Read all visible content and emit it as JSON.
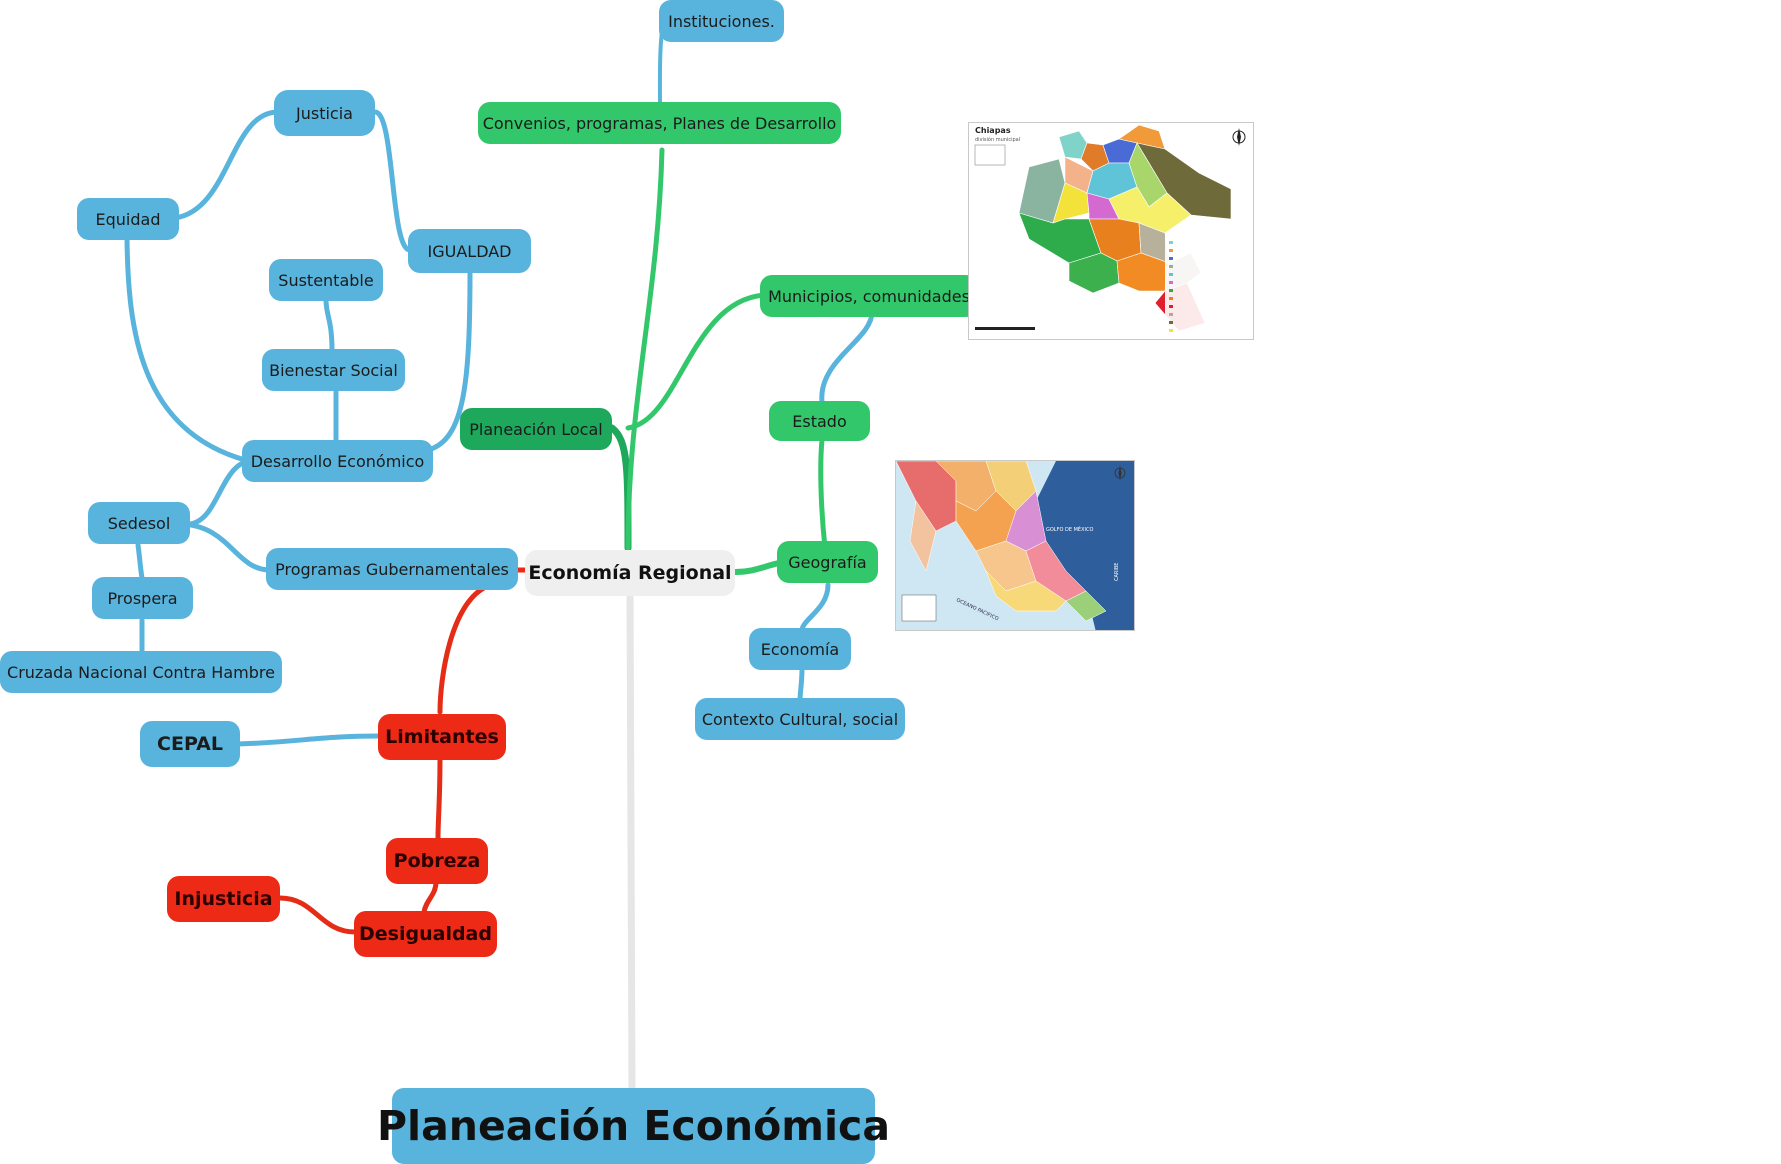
{
  "root": {
    "label": "Planeación Económica"
  },
  "center": {
    "label": "Economía Regional"
  },
  "nodes": {
    "instituciones": "Instituciones.",
    "convenios": "Convenios, programas, Planes de Desarrollo",
    "municipios": "Municipios, comunidades",
    "planeacion_local": "Planeación Local",
    "estado": "Estado",
    "geografia": "Geografía",
    "economia": "Economía",
    "contexto": "Contexto Cultural, social",
    "justicia": "Justicia",
    "equidad": "Equidad",
    "igualdad": "IGUALDAD",
    "sustentable": "Sustentable",
    "bienestar": "Bienestar Social",
    "desarrollo": "Desarrollo Económico",
    "sedesol": "Sedesol",
    "programas": "Programas Gubernamentales",
    "prospera": "Prospera",
    "cruzada": "Cruzada Nacional Contra Hambre",
    "cepal": "CEPAL",
    "limitantes": "Limitantes",
    "pobreza": "Pobreza",
    "desigualdad": "Desigualdad",
    "injusticia": "Injusticia"
  },
  "images": {
    "chiapas_map": {
      "title": "Chiapas",
      "subtitle": "división municipal"
    },
    "mexico_map": {
      "label_gulf": "GOLFO DE MÉXICO",
      "label_ocean": "OCEANO PACIFICO",
      "label_caribe": "CARIBE"
    }
  },
  "colors": {
    "blue_topic": "#58b4dc",
    "green_topic": "#33c76b",
    "dark_green_topic": "#1ea85b",
    "red_topic": "#ec2a16",
    "center_topic": "#efefef",
    "blue_link": "#58b4dc",
    "green_link": "#2fc46a",
    "red_link": "#e42c17",
    "gray_link": "#e6e6e6"
  }
}
